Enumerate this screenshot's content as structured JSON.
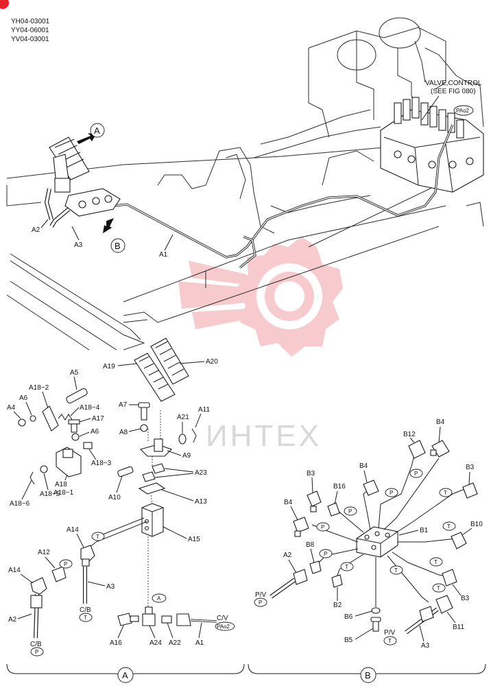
{
  "header": {
    "serials": [
      "YH04-03001",
      "YY04-06001",
      "YV04-03001"
    ]
  },
  "callouts": {
    "valve_control": [
      "VALVE,CONTROL",
      "(SEE FIG 080)"
    ],
    "pao2_top": "PAo2",
    "view_a": "A",
    "view_b": "B"
  },
  "upper_labels": {
    "a1": "A1",
    "a2": "A2",
    "a3": "A3"
  },
  "view_a_labels": {
    "a19": "A19",
    "a20": "A20",
    "a5": "A5",
    "a18_2": "A18−2",
    "a6_top": "A6",
    "a4": "A4",
    "a18_4": "A18−4",
    "a17": "A17",
    "a6_mid": "A6",
    "a18_3": "A18−3",
    "a18": "A18",
    "a18_1": "A18−1",
    "a18_5": "A18−5",
    "a18_6": "A18−6",
    "a7": "A7",
    "a8": "A8",
    "a21": "A21",
    "a11": "A11",
    "a9": "A9",
    "a23": "A23",
    "a10": "A10",
    "a13": "A13",
    "a15": "A15",
    "a14_top": "A14",
    "a12": "A12",
    "a14_left": "A14",
    "a3": "A3",
    "a2": "A2",
    "cb": "C/B",
    "cb_bottom": "C/B",
    "cv": "C/V",
    "a16": "A16",
    "a24": "A24",
    "a22": "A22",
    "a1": "A1"
  },
  "view_a_ports": {
    "t1": "T",
    "t2": "T",
    "p1": "P",
    "p2": "P",
    "a": "A",
    "pao2": "PAo2"
  },
  "view_b_labels": {
    "b12": "B12",
    "b4_top": "B4",
    "b3_top": "B3",
    "b4_mid": "B4",
    "b3_right": "B3",
    "b16": "B16",
    "b4_left": "B4",
    "b10": "B10",
    "b1": "B1",
    "b8": "B8",
    "a2": "A2",
    "pv": "P/V",
    "b2": "B2",
    "b3_low": "B3",
    "b6": "B6",
    "b11": "B11",
    "b5": "B5",
    "pv2": "P/V",
    "a3": "A3"
  },
  "view_b_ports": {
    "p_b12": "P",
    "p_b4": "P",
    "t_b3": "T",
    "p_b16": "P",
    "p_b4l": "P",
    "t_b10": "T",
    "p_b8": "P",
    "t_b2": "T",
    "t_b3l": "T",
    "t_mid": "T",
    "p_pv": "P",
    "t_pv2": "T",
    "t_b11": "T"
  },
  "footer": {
    "a": "A",
    "b": "B"
  },
  "watermark": {
    "text": "ИНТЕХ"
  },
  "colors": {
    "ink": "#1a1a1a",
    "watermark": "#f2a0a6",
    "badge": "#e8202a"
  }
}
